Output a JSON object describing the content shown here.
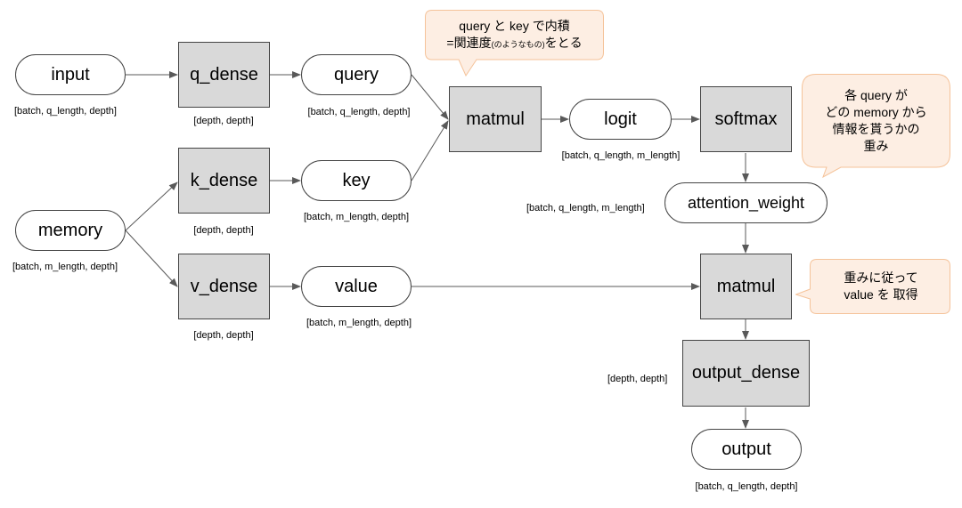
{
  "nodes": {
    "input": "input",
    "memory": "memory",
    "q_dense": "q_dense",
    "k_dense": "k_dense",
    "v_dense": "v_dense",
    "query": "query",
    "key": "key",
    "value": "value",
    "matmul1": "matmul",
    "logit": "logit",
    "softmax": "softmax",
    "attention_weight": "attention_weight",
    "matmul2": "matmul",
    "output_dense": "output_dense",
    "output": "output"
  },
  "dims": {
    "input": "[batch, q_length, depth]",
    "memory": "[batch, m_length, depth]",
    "q_dense": "[depth, depth]",
    "k_dense": "[depth, depth]",
    "v_dense": "[depth, depth]",
    "query": "[batch, q_length, depth]",
    "key": "[batch, m_length, depth]",
    "value": "[batch, m_length, depth]",
    "logit": "[batch, q_length, m_length]",
    "attention_weight": "[batch, q_length, m_length]",
    "output_dense": "[depth, depth]",
    "output": "[batch, q_length, depth]"
  },
  "notes": {
    "matmul1": {
      "line1": "query と key で内積",
      "line2_main": "=関連度",
      "line2_small": "(のようなもの)",
      "line2_tail": "をとる"
    },
    "softmax": {
      "line1": "各 query が",
      "line2": "どの memory から",
      "line3": "情報を貰うかの",
      "line4": "重み"
    },
    "matmul2": {
      "line1": "重みに従って",
      "line2": "value を 取得"
    }
  },
  "colors": {
    "node_stroke": "#444444",
    "op_fill": "#d9d9d9",
    "arrow": "#595959",
    "note_fill": "#fdeee3",
    "note_stroke": "#f5c39a"
  }
}
